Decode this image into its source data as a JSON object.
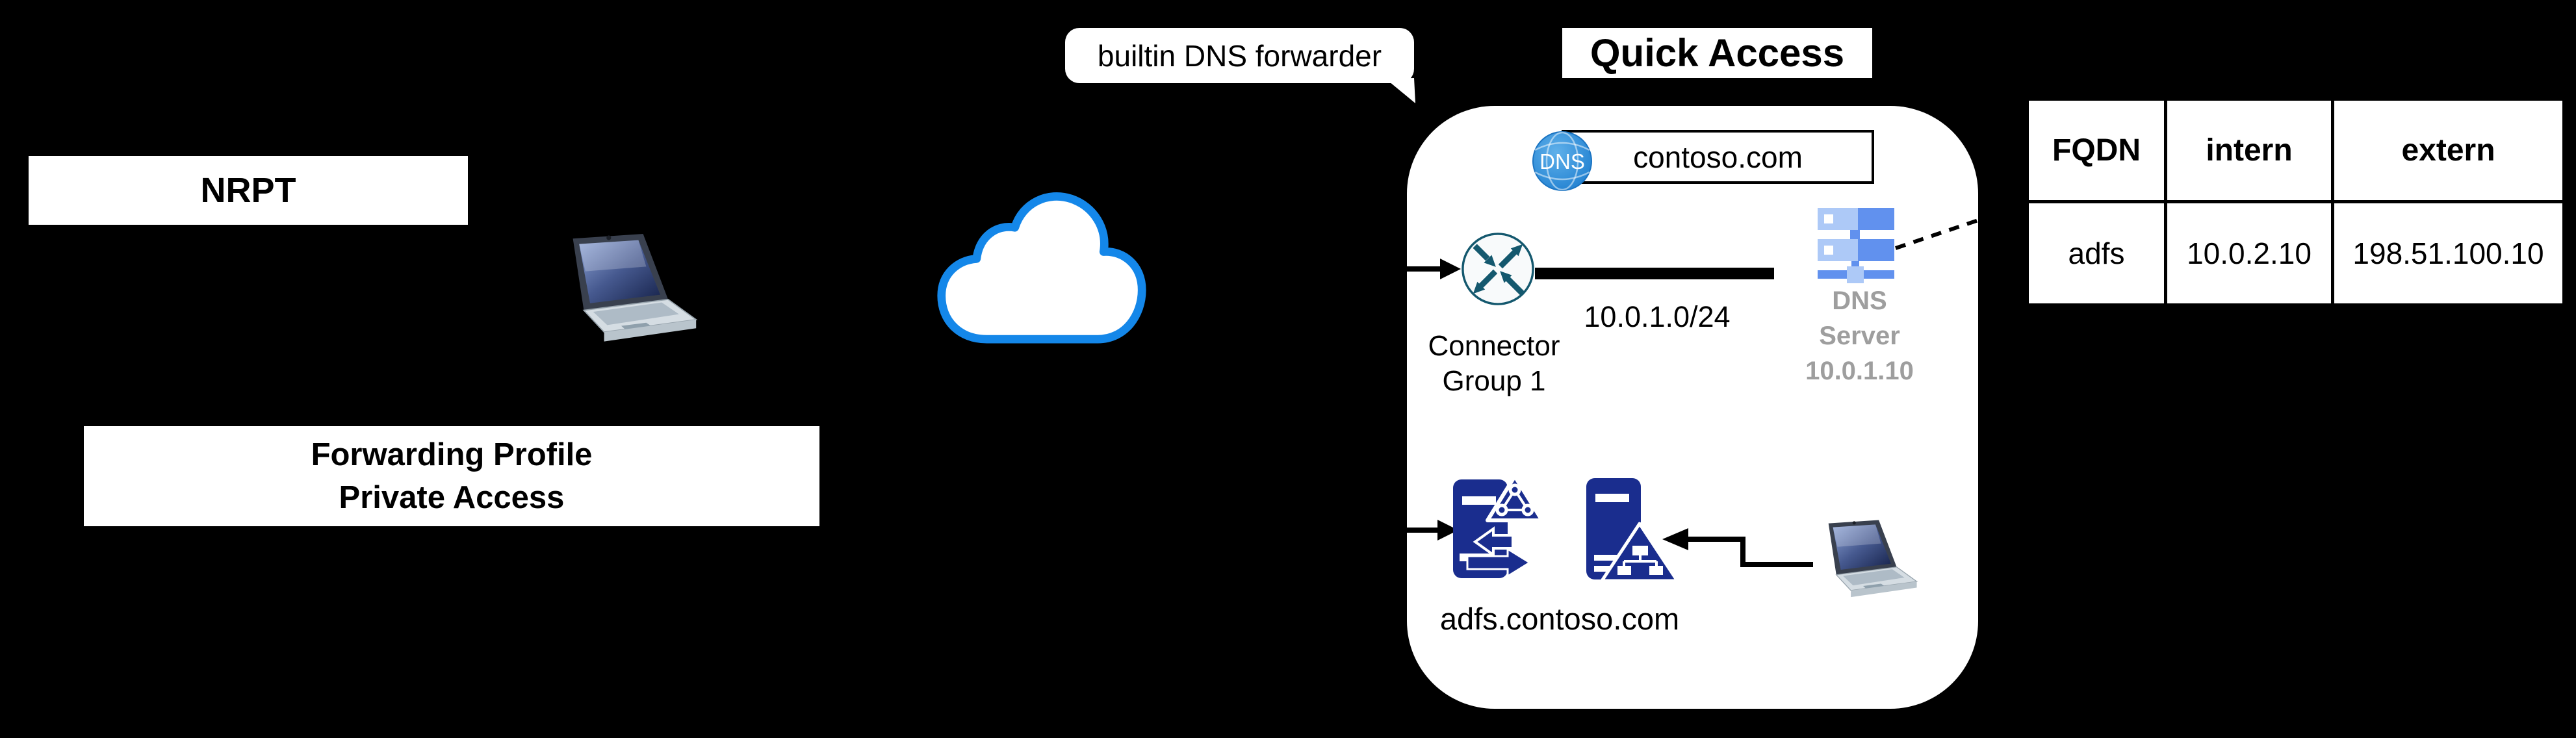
{
  "diagram": {
    "nrpt_label": "NRPT",
    "forwarding_profile": {
      "line1": "Forwarding Profile",
      "line2": "Private Access"
    },
    "callout": "builtin DNS forwarder",
    "quick_access": {
      "title": "Quick Access",
      "dns_badge": "DNS",
      "domain_label": "contoso.com",
      "subnet_label": "10.0.1.0/24",
      "connector": {
        "line1": "Connector",
        "line2": "Group 1"
      },
      "dns_server": {
        "line1": "DNS",
        "line2": "Server",
        "line3": "10.0.1.10"
      },
      "adfs_label": "adfs.contoso.com"
    },
    "table": {
      "headers": [
        "FQDN",
        "intern",
        "extern"
      ],
      "rows": [
        [
          "adfs",
          "10.0.2.10",
          "198.51.100.10"
        ]
      ]
    },
    "icons": [
      "laptop-icon",
      "cloud-icon",
      "dns-globe-icon",
      "router-icon",
      "dns-server-icon",
      "adfs-server-icon",
      "adds-server-icon"
    ],
    "colors": {
      "background": "#000000",
      "cloud_stroke": "#1487E9",
      "dns_globe_blue": "#2B8FDE",
      "router_teal": "#14586E",
      "server_light_blue": "#ADC9F7",
      "server_mid_blue": "#6191EE",
      "ms_navy": "#1A2D8E",
      "muted_gray": "#9E9E9E"
    }
  }
}
